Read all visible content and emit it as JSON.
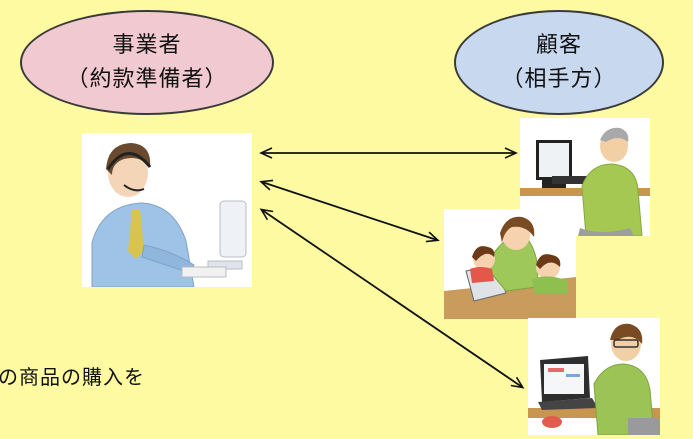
{
  "diagram": {
    "business_party": {
      "line1": "事業者",
      "line2": "（約款準備者）"
    },
    "customer_party": {
      "line1": "顧客",
      "line2": "（相手方）"
    },
    "caption_fragment": "の商品の購入を"
  }
}
